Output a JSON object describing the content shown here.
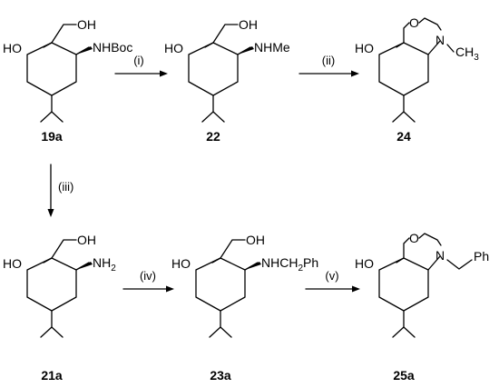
{
  "compounds": [
    {
      "id": "19a",
      "hydroxymethyl": "OH",
      "hydroxyl": "HO",
      "substituent": "NHBoc"
    },
    {
      "id": "22",
      "hydroxymethyl": "OH",
      "hydroxyl": "HO",
      "substituent": "NHMe"
    },
    {
      "id": "24",
      "ring_o": "O",
      "hydroxyl": "HO",
      "ring_n": "N",
      "n_sub_main": "CH",
      "n_sub_index": "3"
    },
    {
      "id": "21a",
      "hydroxymethyl": "OH",
      "hydroxyl": "HO",
      "sub_main": "NH",
      "sub_index": "2"
    },
    {
      "id": "23a",
      "hydroxymethyl": "OH",
      "hydroxyl": "HO",
      "sub_main": "NHCH",
      "sub_index": "2",
      "sub_tail": "Ph"
    },
    {
      "id": "25a",
      "ring_o": "O",
      "hydroxyl": "HO",
      "ring_n": "N",
      "n_sub": "Ph"
    }
  ],
  "conditions": [
    "(i)",
    "(ii)",
    "(iii)",
    "(iv)",
    "(v)"
  ]
}
